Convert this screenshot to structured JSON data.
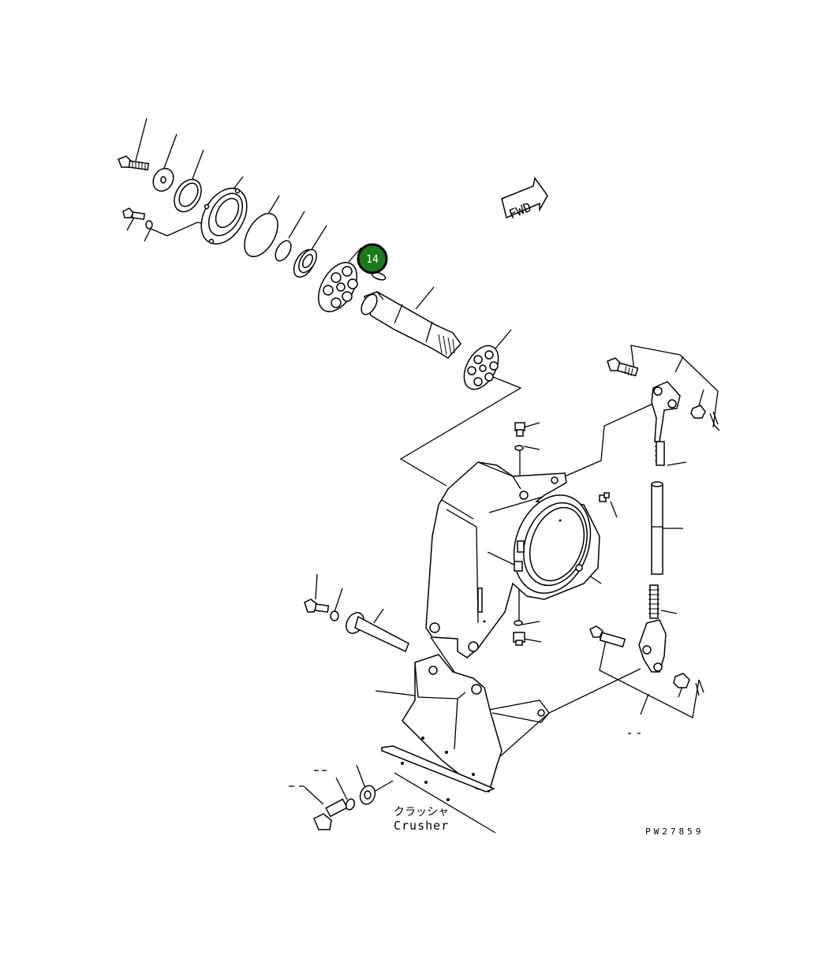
{
  "diagram": {
    "fwd_label": "FWD",
    "highlight": {
      "number": "14",
      "color": "#1a7a1a",
      "ring_color": "#000000"
    },
    "caption_japanese": "クラッシャ",
    "caption_english": "Crusher",
    "drawing_code": "PW27859"
  }
}
